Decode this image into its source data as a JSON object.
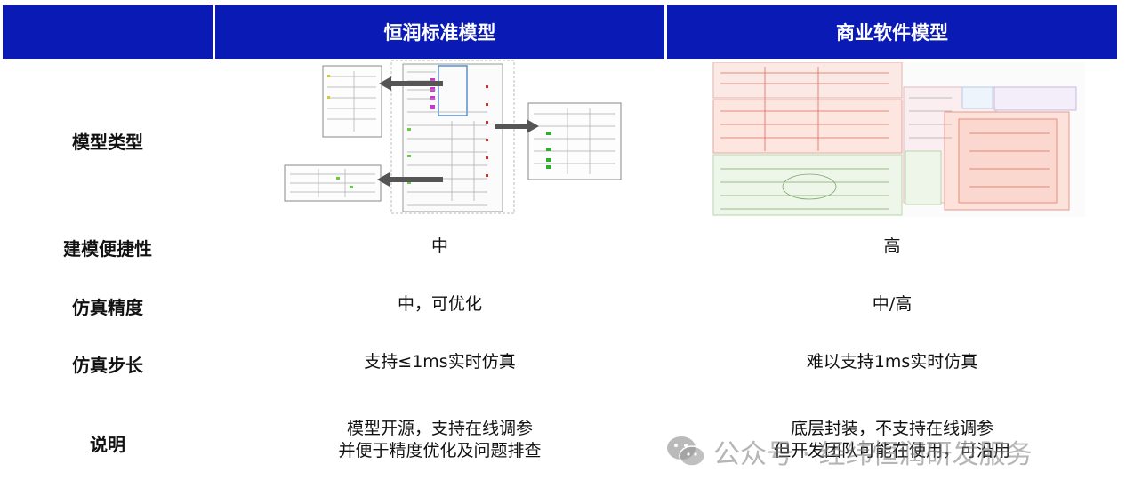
{
  "header": {
    "col0": "",
    "col1": "恒润标准模型",
    "col2": "商业软件模型"
  },
  "rows": [
    {
      "label": "模型类型",
      "col1": "",
      "col2": ""
    },
    {
      "label": "建模便捷性",
      "col1": "中",
      "col2": "高"
    },
    {
      "label": "仿真精度",
      "col1": "中，可优化",
      "col2": "中/高"
    },
    {
      "label": "仿真步长",
      "col1": "支持≤1ms实时仿真",
      "col2": "难以支持1ms实时仿真"
    },
    {
      "label": "说明",
      "col1_line1": "模型开源，支持在线调参",
      "col1_line2": "并便于精度优化及问题排查",
      "col2_line1": "底层封装，不支持在线调参",
      "col2_line2": "但开发团队可能在使用，可沿用"
    }
  ],
  "images": {
    "col1_icon": "standard-model-diagram",
    "col2_icon": "commercial-model-diagram"
  },
  "watermark": {
    "text": "公众号 · 经纬恒润研发服务",
    "icon": "wechat-icon"
  },
  "colors": {
    "header_bg": "#0a1ab4",
    "header_text": "#ffffff",
    "arrow": "#555555"
  }
}
